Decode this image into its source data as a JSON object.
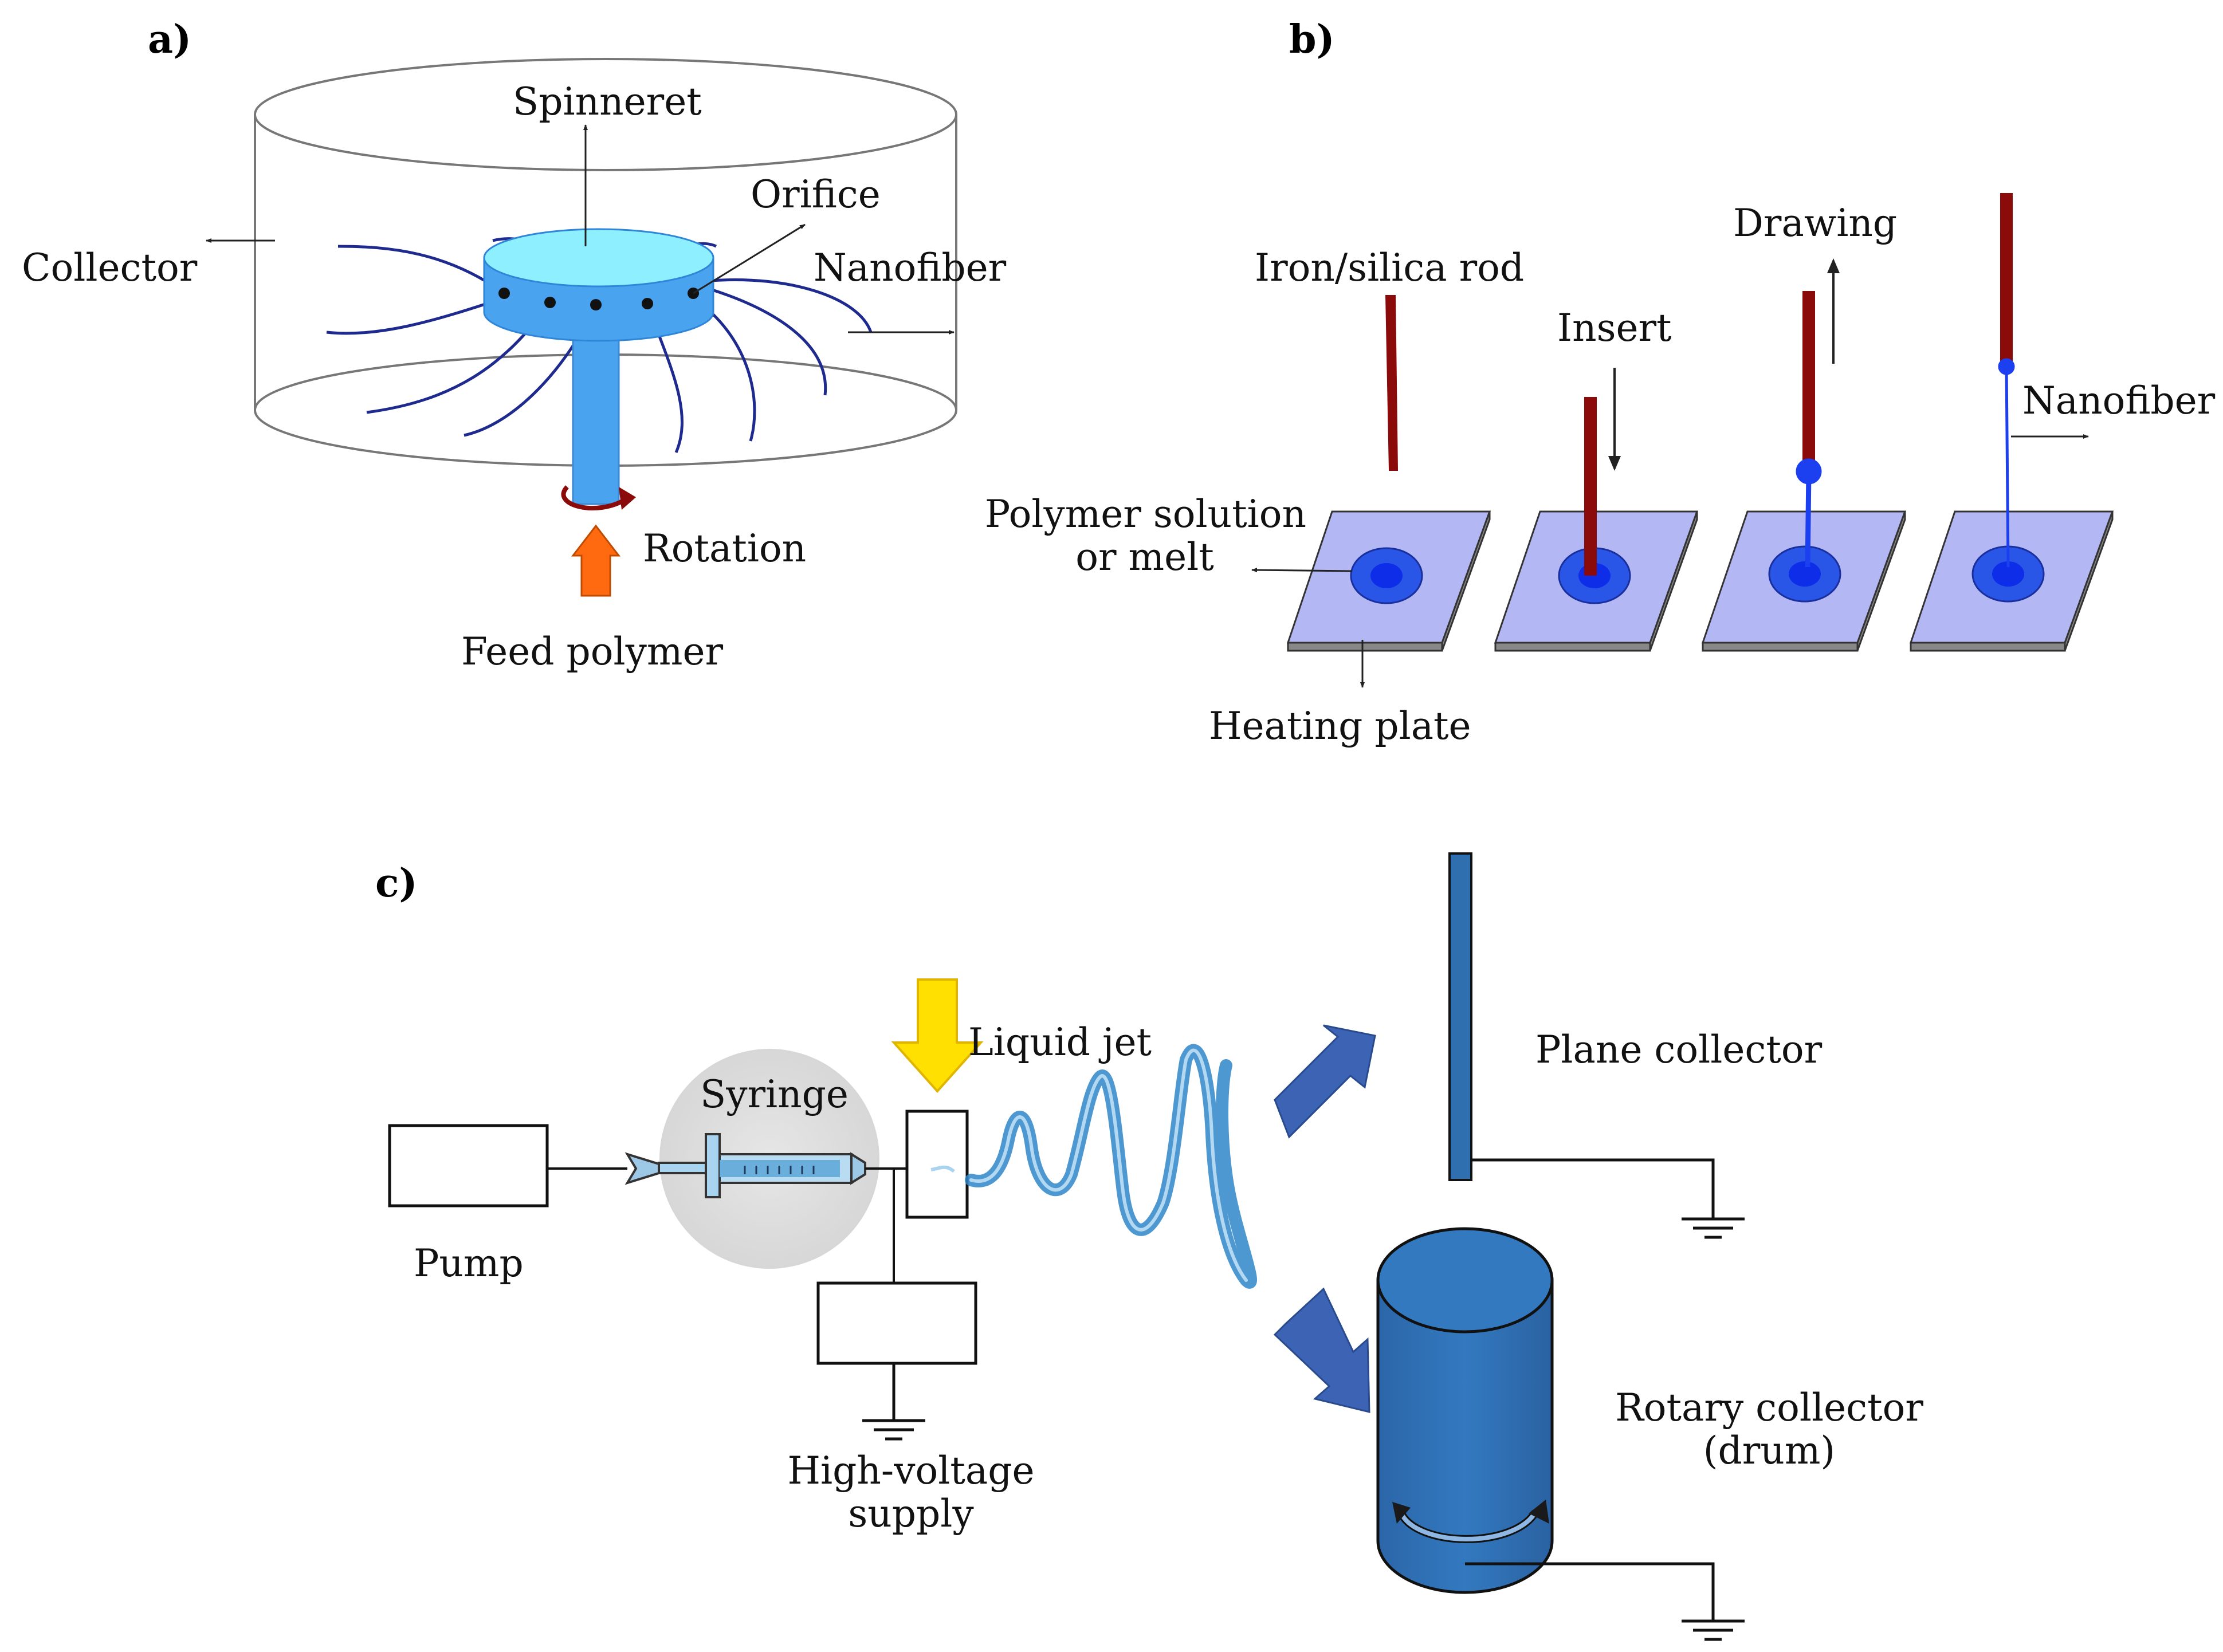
{
  "panels": {
    "a": "a)",
    "b": "b)",
    "c": "c)"
  },
  "panel_a": {
    "spinneret": "Spinneret",
    "orifice": "Orifice",
    "collector": "Collector",
    "nanofiber": "Nanofiber",
    "rotation": "Rotation",
    "feed_polymer": "Feed polymer"
  },
  "panel_b": {
    "iron_silica_rod": "Iron/silica rod",
    "insert": "Insert",
    "drawing": "Drawing",
    "nanofiber": "Nanofiber",
    "polymer_line1": "Polymer solution",
    "polymer_line2": "or melt",
    "heating_plate": "Heating plate"
  },
  "panel_c": {
    "liquid_jet": "Liquid jet",
    "syringe": "Syringe",
    "pump": "Pump",
    "plane_collector": "Plane collector",
    "hv_line1": "High-voltage",
    "hv_line2": "supply",
    "rotary_line1": "Rotary collector",
    "rotary_line2": "(drum)"
  },
  "colors": {
    "rod": "#8b0a0a",
    "plate": "#b3b8f5",
    "drop": "#1c3ff0",
    "fiber": "#1f2a8f",
    "spinneret": "#4aa3ef",
    "spinneret_top": "#8ef0ff",
    "collector_blue": "#2f6fb0",
    "arrow_blue": "#3c63b4",
    "yellow_arrow": "#ffe000",
    "orange_arrow": "#ff6a10"
  }
}
